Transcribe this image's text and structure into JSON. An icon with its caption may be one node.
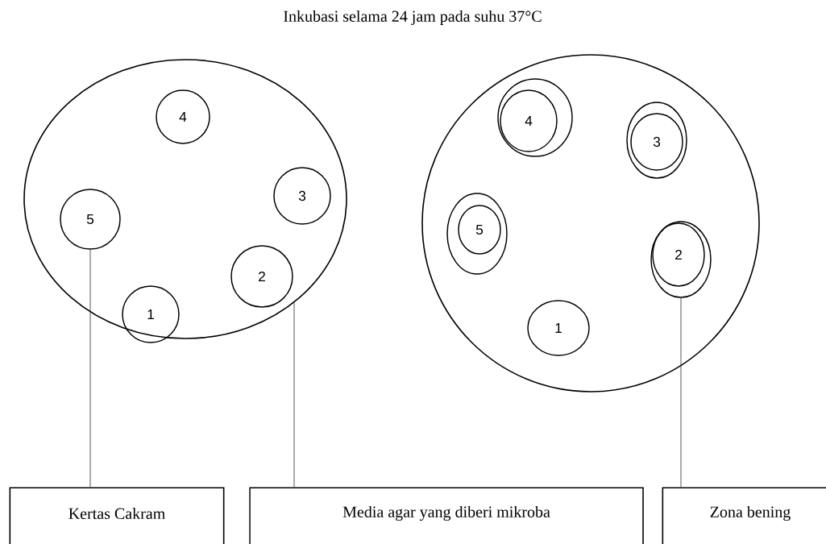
{
  "diagram": {
    "title": "Inkubasi selama 24 jam pada suhu 37°C",
    "nodes": [
      {
        "text": [],
        "shape": "ellipse"
      },
      {
        "text": [
          "4"
        ],
        "in": 0
      },
      {
        "text": [
          "3"
        ],
        "in": 0
      },
      {
        "text": [
          "5"
        ],
        "in": 0
      },
      {
        "text": [
          "2"
        ],
        "in": 0
      },
      {
        "text": [
          "1"
        ],
        "in": 0
      },
      {
        "text": [],
        "shape": "circle"
      },
      {
        "text": [],
        "shape": "ellipse",
        "in": 6
      },
      {
        "text": [
          "4"
        ],
        "in": 7
      },
      {
        "text": [],
        "shape": "ellipse",
        "in": 6
      },
      {
        "text": [
          "3"
        ],
        "in": 9
      },
      {
        "text": [],
        "shape": "ellipse",
        "in": 6
      },
      {
        "text": [
          "5"
        ],
        "in": 11
      },
      {
        "text": [],
        "shape": "ellipse",
        "in": 6
      },
      {
        "text": [
          "2"
        ],
        "in": 13
      },
      {
        "text": [
          "1"
        ],
        "in": 6
      },
      {
        "text": [
          "Kertas Cakram"
        ]
      },
      {
        "text": [
          "Media agar yang diberi mikroba"
        ]
      },
      {
        "text": [
          "Zona bening"
        ]
      }
    ],
    "edges": [
      {
        "from": 16,
        "to": 3,
        "arrow": "none"
      },
      {
        "from": 17,
        "to": 0,
        "arrow": "none"
      },
      {
        "from": 18,
        "to": 13,
        "arrow": "none"
      }
    ]
  }
}
